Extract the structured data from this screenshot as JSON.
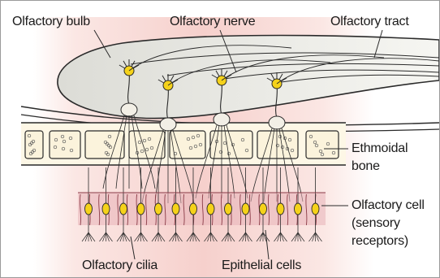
{
  "diagram": {
    "labels": {
      "olfactory_bulb": "Olfactory bulb",
      "olfactory_nerve": "Olfactory nerve",
      "olfactory_tract": "Olfactory tract",
      "ethmoidal_bone_line1": "Ethmoidal",
      "ethmoidal_bone_line2": "bone",
      "olfactory_cell_line1": "Olfactory cell",
      "olfactory_cell_line2": "(sensory",
      "olfactory_cell_line3": "receptors)",
      "olfactory_cilia": "Olfactory cilia",
      "epithelial_cells": "Epithelial cells"
    },
    "colors": {
      "bulb_fill": "#e8e8e3",
      "outline": "#2a2a2a",
      "bone_cell_fill": "#fbf3dc",
      "neuron_yellow": "#f5d21a",
      "epithelium_pink": "#e8b2b8",
      "background_glow": "#f7d4d0"
    }
  }
}
